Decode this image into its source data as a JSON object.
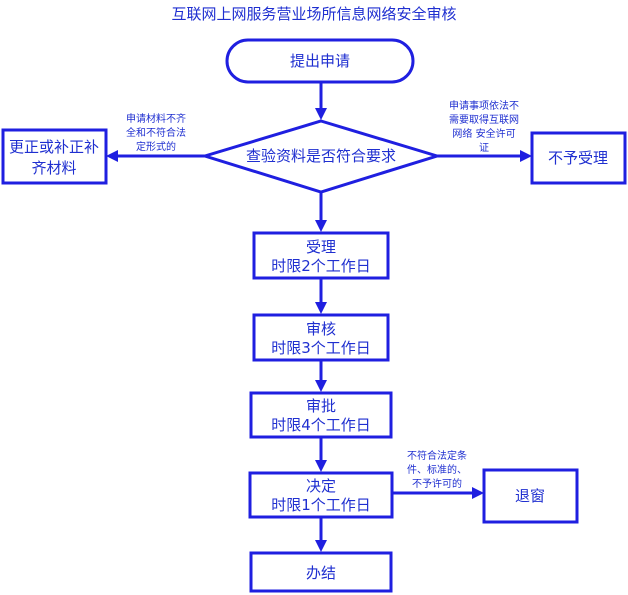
{
  "title": "互联网上网服务营业场所信息网络安全审核",
  "colors": {
    "stroke": "#1f1fe0",
    "text": "#1f2fd0",
    "background": "#ffffff"
  },
  "nodes": {
    "start": "提出申请",
    "check": "查验资料是否符合要求",
    "correct": {
      "line1": "更正或补正补",
      "line2": "齐材料"
    },
    "reject": "不予受理",
    "accept": {
      "line1": "受理",
      "line2": "时限2个工作日"
    },
    "review": {
      "line1": "审核",
      "line2": "时限3个工作日"
    },
    "approve": {
      "line1": "审批",
      "line2": "时限4个工作日"
    },
    "decide": {
      "line1": "决定",
      "line2": "时限1个工作日"
    },
    "return": "退窗",
    "finish": "办结"
  },
  "edge_labels": {
    "to_correct": {
      "line1": "申请材料不齐",
      "line2": "全和不符合法",
      "line3": "定形式的"
    },
    "to_reject": {
      "line1": "申请事项依法不",
      "line2": "需要取得互联网",
      "line3": "网络 安全许可",
      "line4": "证"
    },
    "to_return": {
      "line1": "不符合法定条",
      "line2": "件、标准的、",
      "line3": "不予许可的"
    }
  }
}
